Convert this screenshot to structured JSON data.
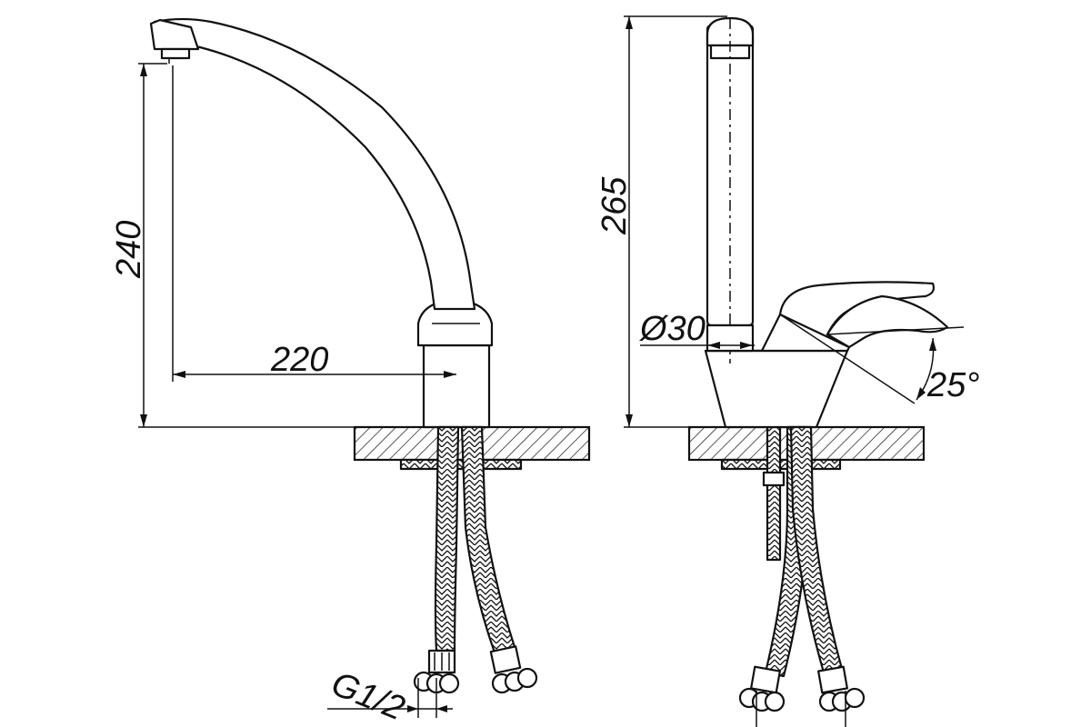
{
  "drawing": {
    "front_view": {
      "dim_spout_height": "240",
      "dim_spout_reach": "220",
      "dim_connection": "G1/2"
    },
    "side_view": {
      "dim_total_height": "265",
      "dim_spout_diameter": "Ø30",
      "dim_lever_angle": "25°"
    }
  }
}
